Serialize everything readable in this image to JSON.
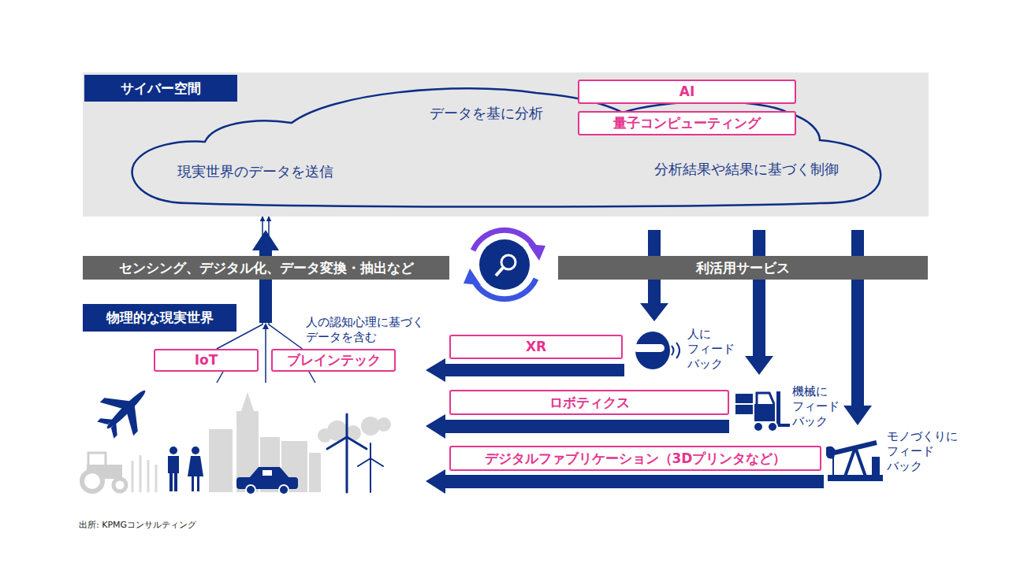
{
  "diagram": {
    "nodes": [
      {
        "text": [
          "サイバー空間"
        ]
      },
      {
        "text": [
          "現実世界のデータを送信",
          "データを基に分析",
          "分析結果や結果に基づく制御"
        ],
        "in": 0
      },
      {
        "text": [
          "AI"
        ],
        "in": 0
      },
      {
        "text": [
          "量子コンピューティング"
        ],
        "in": 0
      },
      {
        "text": [
          "センシング、デジタル化、データ変換・抽出など"
        ]
      },
      {
        "text": [
          "利活用サービス"
        ]
      },
      {
        "text": [
          "物理的な現実世界"
        ]
      },
      {
        "text": [
          "IoT"
        ]
      },
      {
        "text": [
          "ブレインテック"
        ]
      },
      {
        "text": [
          "XR"
        ]
      },
      {
        "text": [
          "ロボティクス"
        ]
      },
      {
        "text": [
          "デジタルファブリケーション（3Dプリンタなど）"
        ]
      }
    ],
    "edges": [
      {
        "from": 7,
        "to": 0,
        "arrow": "to"
      },
      {
        "from": 8,
        "to": 0,
        "arrow": "to"
      }
    ],
    "labels": [
      "人の認知心理に基づく データを含む",
      "人に フィード バック",
      "機械に フィード バック",
      "モノづくりに フィード バック",
      "出所: KPMGコンサルティング"
    ]
  }
}
